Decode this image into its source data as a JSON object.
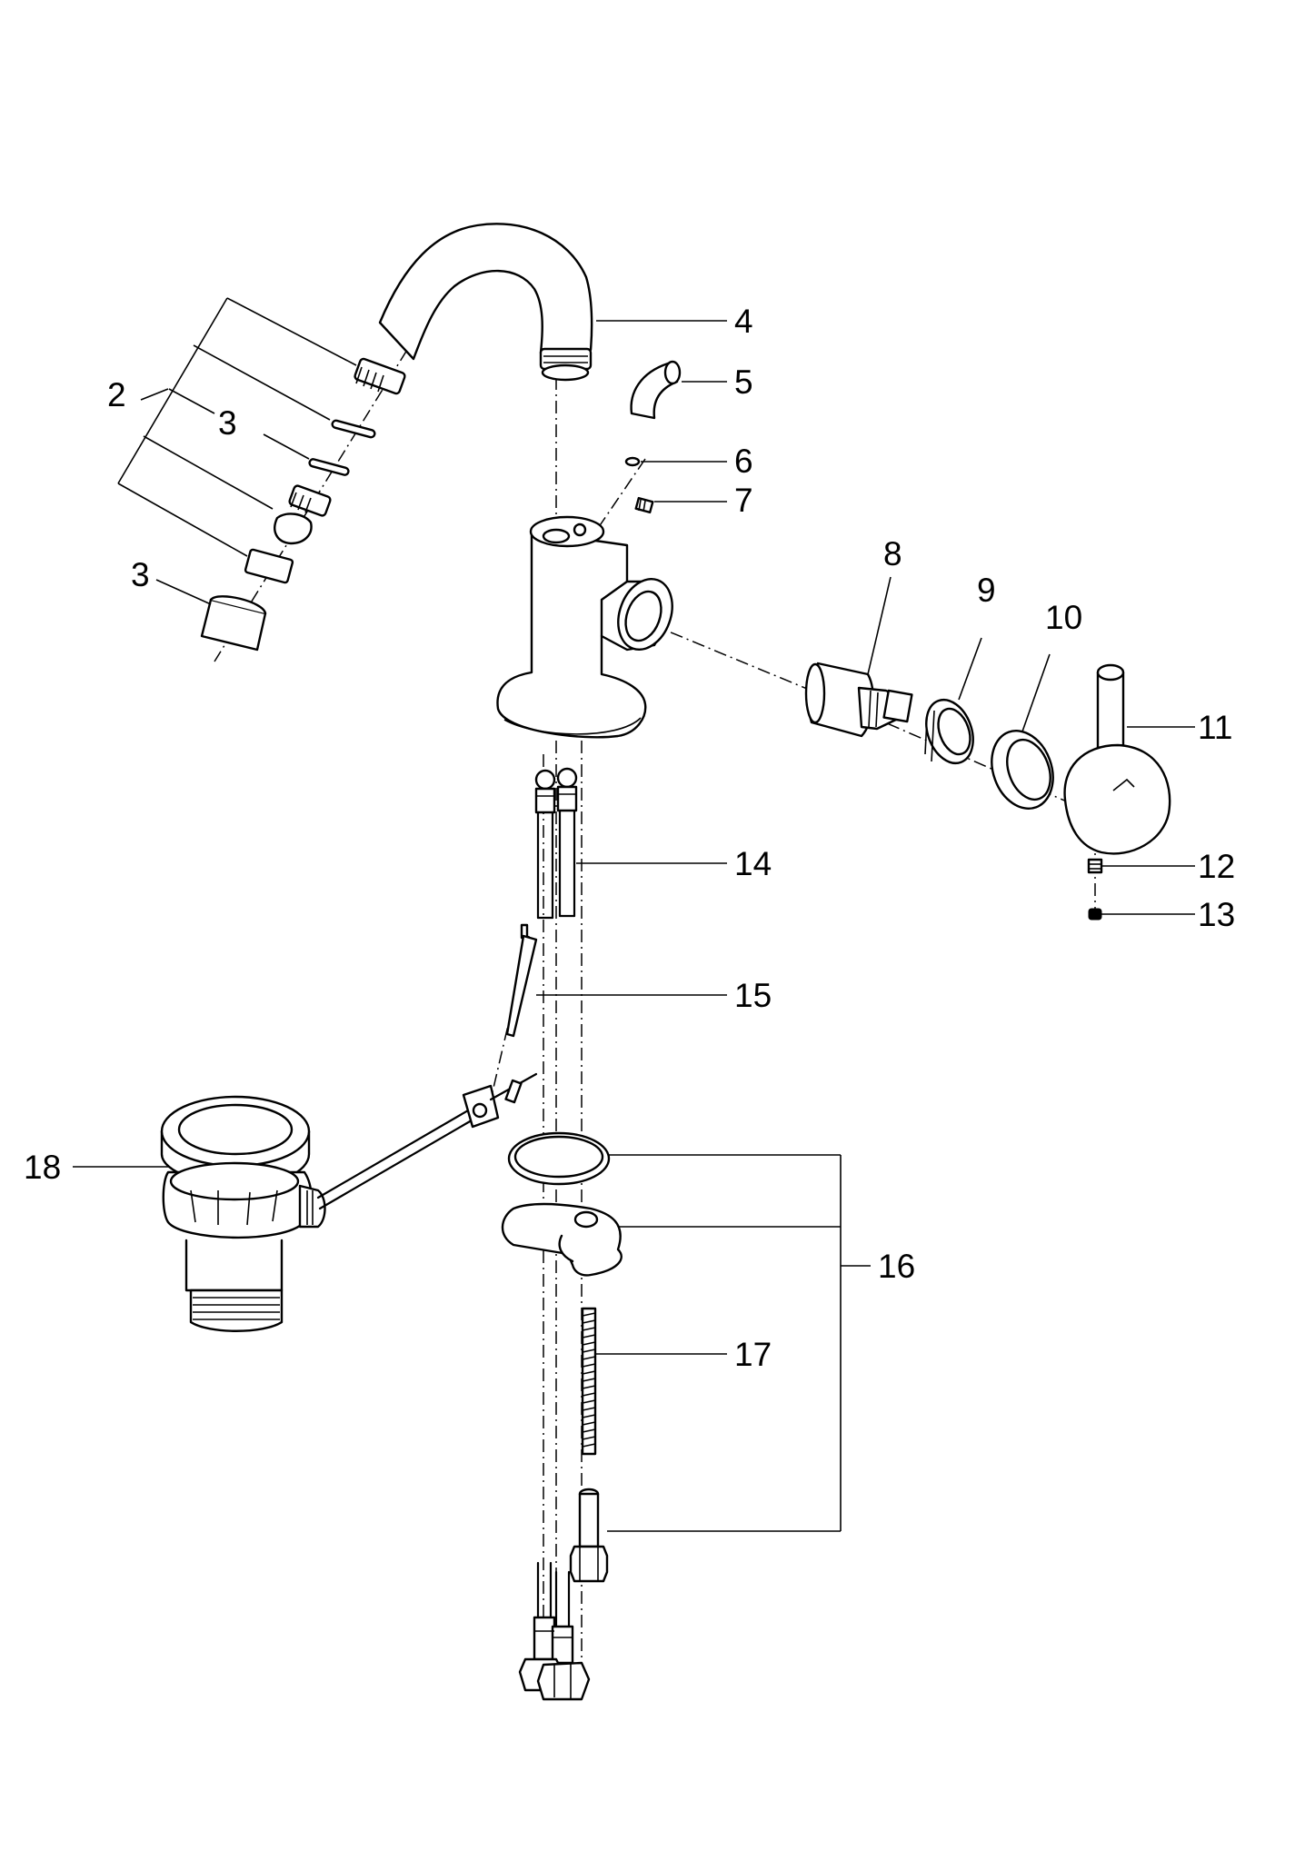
{
  "callouts": {
    "c2": "2",
    "c3a": "3",
    "c3b": "3",
    "c4": "4",
    "c5": "5",
    "c6": "6",
    "c7": "7",
    "c8": "8",
    "c9": "9",
    "c10": "10",
    "c11": "11",
    "c12": "12",
    "c13": "13",
    "c14": "14",
    "c15": "15",
    "c16": "16",
    "c17": "17",
    "c18": "18"
  }
}
